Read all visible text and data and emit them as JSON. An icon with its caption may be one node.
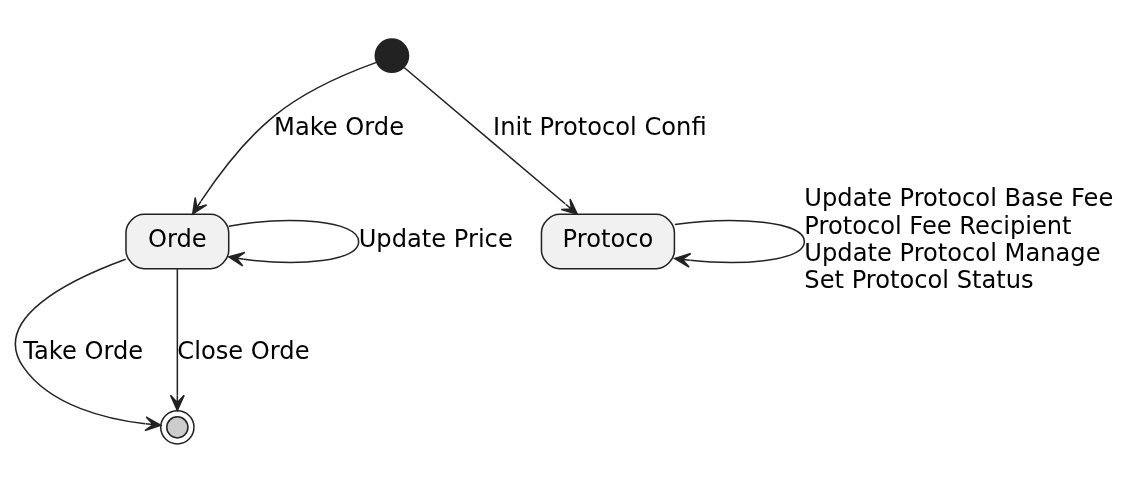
{
  "diagram": {
    "nodes": [
      {
        "text": [],
        "shape": "circle"
      },
      {
        "text": [
          "Orde"
        ]
      },
      {
        "text": [
          "Protoco"
        ]
      },
      {
        "text": [],
        "shape": "circle"
      }
    ],
    "edges": [
      {
        "from": 0,
        "to": 1,
        "arrow": "to",
        "label": "Make Orde"
      },
      {
        "from": 0,
        "to": 2,
        "arrow": "to",
        "label": "Init Protocol Confi"
      },
      {
        "from": 1,
        "to": 1,
        "arrow": "to",
        "label": "Update Price"
      },
      {
        "from": 2,
        "to": 2,
        "arrow": "to",
        "label": "Update Protocol Base Fee Protocol Fee Recipient Update Protocol Manage Set Protocol Status"
      },
      {
        "from": 1,
        "to": 3,
        "arrow": "to",
        "label": "Take Orde"
      },
      {
        "from": 1,
        "to": 3,
        "arrow": "to",
        "label": "Close Orde"
      }
    ]
  }
}
